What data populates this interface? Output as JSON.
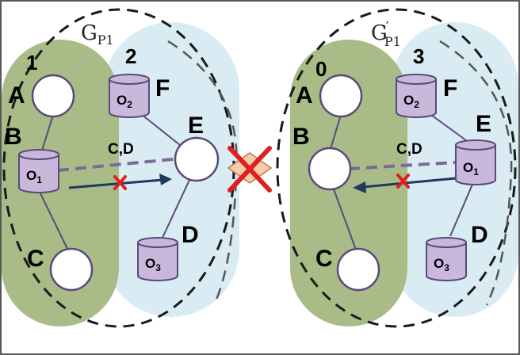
{
  "diagram": {
    "left": {
      "graph_label": "G",
      "graph_sub": "P1",
      "partition_ids": [
        "1",
        "2"
      ],
      "nodes": {
        "A": "A",
        "B": "B",
        "C": "C",
        "D": "D",
        "E": "E",
        "F": "F"
      },
      "objects": {
        "o1": "O",
        "o1_sub": "1",
        "o2": "O",
        "o2_sub": "2",
        "o3": "O",
        "o3_sub": "3"
      },
      "edge_label": "C,D"
    },
    "right": {
      "graph_label": "G",
      "graph_prime": "′",
      "graph_sub": "P1",
      "partition_ids": [
        "0",
        "3"
      ],
      "nodes": {
        "A": "A",
        "B": "B",
        "C": "C",
        "D": "D",
        "E": "E",
        "F": "F"
      },
      "objects": {
        "o1": "O",
        "o1_sub": "1",
        "o2": "O",
        "o2_sub": "2",
        "o3": "O",
        "o3_sub": "3"
      },
      "edge_label": "C,D"
    },
    "colors": {
      "partition_green": "#a9bb86",
      "partition_blue": "#d9ebf3",
      "node_fill": "#ffffff",
      "edge": "#5a4a7a",
      "dashed_edge": "#7a6a9a",
      "arrow": "#1f3a60",
      "cross": "#e02020",
      "cylinder_fill": "#c9b8dc",
      "cylinder_stroke": "#5a4a7a",
      "diamond": "#f7cda8",
      "boundary": "#1a1a1a"
    }
  }
}
